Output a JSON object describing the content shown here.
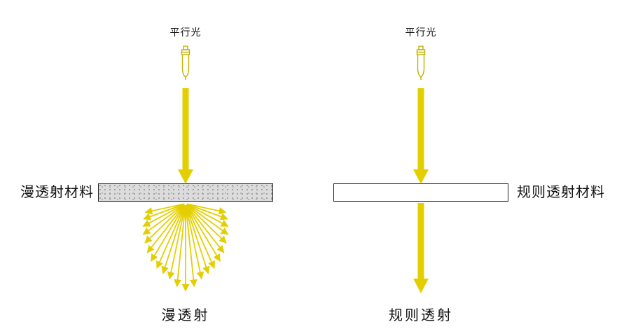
{
  "diagram": {
    "left": {
      "light_label": "平行光",
      "material_label": "漫透射材料",
      "caption": "漫透射"
    },
    "right": {
      "light_label": "平行光",
      "material_label": "规则透射材料",
      "caption": "规则透射"
    },
    "colors": {
      "beam_yellow": "#E3CF00",
      "beam_outline": "#C2B000",
      "diffuse_bar_fill": "#DCDCDC",
      "bar_border": "#222222",
      "text_color": "#111111"
    }
  }
}
